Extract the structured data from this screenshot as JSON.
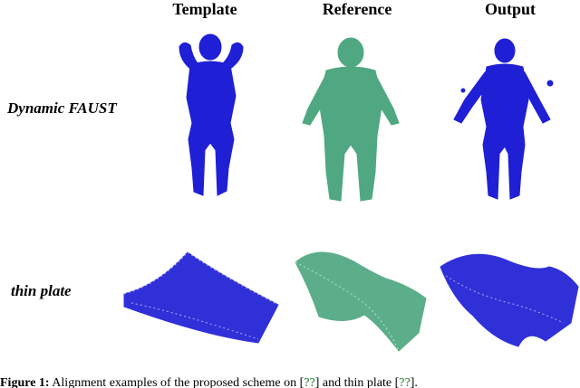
{
  "columns": {
    "template": "Template",
    "reference": "Reference",
    "output": "Output"
  },
  "rows": {
    "faust": "Dynamic FAUST",
    "plate": "thin plate"
  },
  "colors": {
    "template": "#1f1fd6",
    "reference": "#4fa882",
    "output": "#1f1fd6"
  },
  "caption": {
    "label": "Figure 1:",
    "text": " Alignment examples of the proposed scheme on [",
    "ref1": "??",
    "mid": "] and thin plate [",
    "ref2": "??",
    "end": "]."
  }
}
